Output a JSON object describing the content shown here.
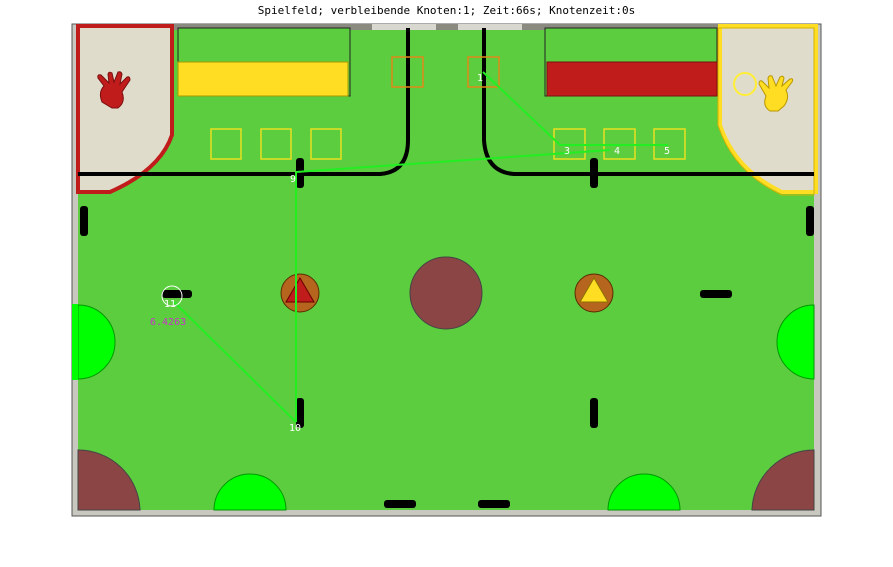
{
  "status_line": "Spielfeld; verbleibende Knoten:1; Zeit:66s; Knotenzeit:0s",
  "colors": {
    "field_green": "#5ccd3f",
    "wall_black": "#000000",
    "red_team": "#c11c1c",
    "yellow_team": "#ffdd22",
    "brown_zone": "#8b4545",
    "bright_green_zone": "#00ff00",
    "path_green": "#22ee22",
    "start_zone_beige": "#e0dccc",
    "node_box_orange": "#e08a18",
    "node_box_yellow": "#e8e020",
    "distance_text_magenta": "#cc33cc"
  },
  "nodes": [
    {
      "id": "1",
      "label": "1"
    },
    {
      "id": "3",
      "label": "3"
    },
    {
      "id": "4",
      "label": "4"
    },
    {
      "id": "5",
      "label": "5"
    },
    {
      "id": "9",
      "label": "9"
    },
    {
      "id": "10",
      "label": "10"
    },
    {
      "id": "11",
      "label": "11"
    }
  ],
  "robot": {
    "distance_readout": "6.4263"
  },
  "icons": {
    "red_hand": "red-hand-icon",
    "yellow_hand": "yellow-hand-icon",
    "red_triangle": "red-triangle-icon",
    "yellow_triangle": "yellow-triangle-icon"
  }
}
